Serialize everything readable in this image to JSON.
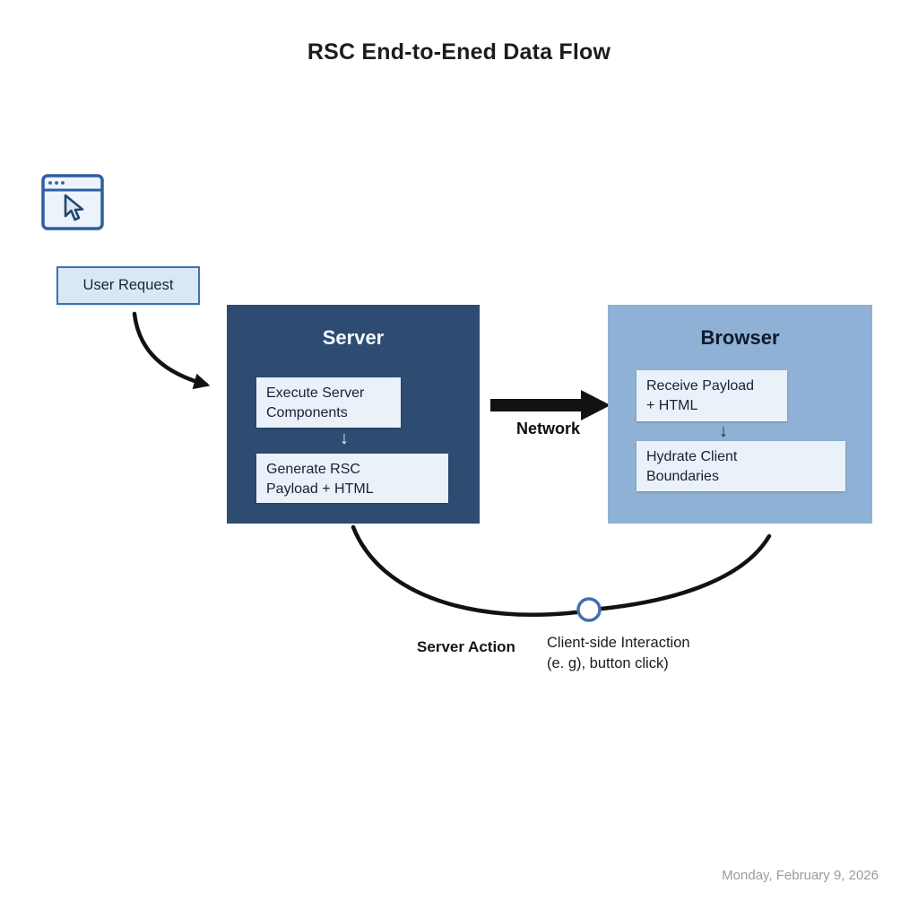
{
  "title": "RSC End-to-Ened Data Flow",
  "colors": {
    "server-bg": "#2e4c72",
    "browser-bg": "#8fb1d5",
    "inner-box-bg": "#eaf1f9",
    "user-request-bg": "#d9e8f7",
    "accent-border": "#3f72ad",
    "arrow": "#121212",
    "title-text": "#1c1c1c",
    "date-text": "#9b9b9b"
  },
  "glyphs": {
    "down_arrow": "↓"
  },
  "icons": {
    "browser_window": "browser-window-icon",
    "cursor": "cursor-icon"
  },
  "user_request": {
    "label": "User Request"
  },
  "server": {
    "title": "Server",
    "steps": [
      "Execute Server\nComponents",
      "Generate RSC\nPayload + HTML"
    ]
  },
  "network": {
    "label": "Network"
  },
  "browser": {
    "title": "Browser",
    "steps": [
      "Receive Payload\n+ HTML",
      "Hydrate Client\nBoundaries"
    ]
  },
  "bottom": {
    "server_action_label": "Server Action",
    "client_interaction_label": "Client-side Interaction",
    "client_interaction_sub": "(e. g), button click)"
  },
  "footer": {
    "date": "Monday, February 9, 2026"
  }
}
